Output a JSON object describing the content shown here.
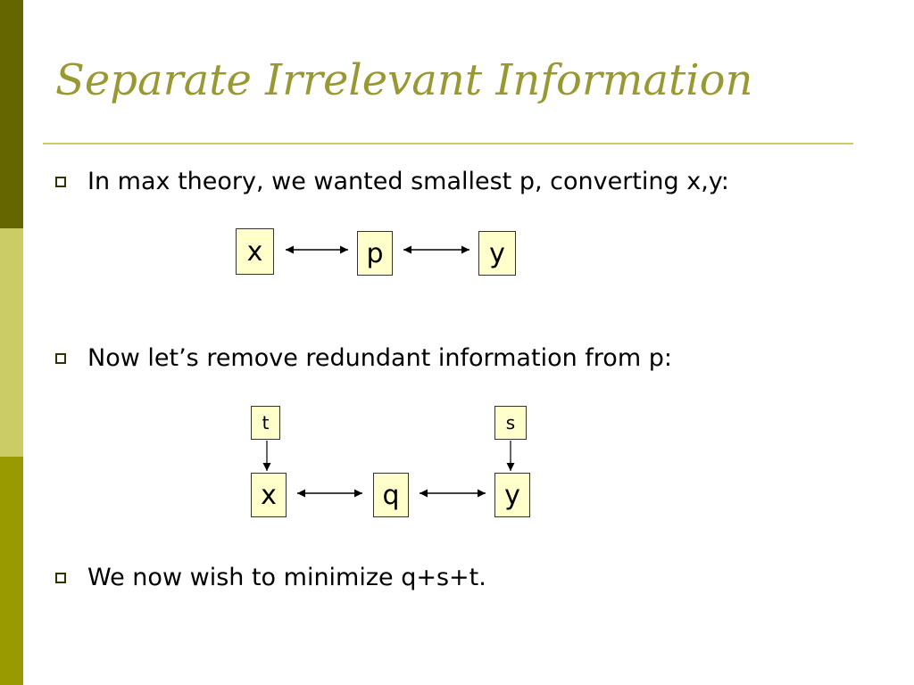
{
  "slide": {
    "title": "Separate Irrelevant Information",
    "bullets": [
      "In max theory, we wanted smallest p, converting x,y:",
      "Now let’s remove redundant information from p:",
      "We now wish to minimize q+s+t."
    ]
  },
  "diagram1": {
    "nodes": {
      "x": "x",
      "p": "p",
      "y": "y"
    }
  },
  "diagram2": {
    "nodes": {
      "t": "t",
      "s": "s",
      "x": "x",
      "q": "q",
      "y": "y"
    }
  },
  "colors": {
    "title": "#999933",
    "node_fill": "#ffffcc",
    "band_dark": "#666600",
    "band_light": "#cccc66",
    "band_mid": "#999900"
  }
}
